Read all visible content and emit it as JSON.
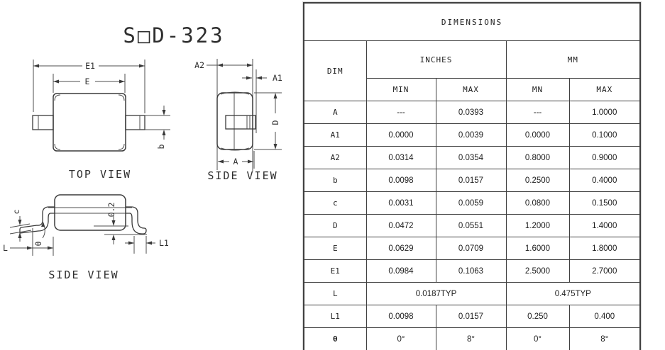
{
  "drawing": {
    "title": "S□D-323",
    "top_view": {
      "caption": "TOP VIEW",
      "labels": {
        "e1": "E1",
        "e": "E",
        "b": "b"
      }
    },
    "end_view": {
      "caption": "SIDE VIEW",
      "labels": {
        "a2": "A2",
        "a1": "A1",
        "d": "D",
        "a": "A"
      }
    },
    "side_view": {
      "caption": "SIDE VIEW",
      "labels": {
        "c": "c",
        "standoff": "0.2",
        "theta": "θ",
        "l": "L",
        "l1": "L1"
      }
    }
  },
  "table": {
    "title": "DIMENSIONS",
    "headers": {
      "dim": "DIM",
      "inches": "INCHES",
      "mm": "MM",
      "in_min": "MIN",
      "in_max": "MAX",
      "mm_min": "MN",
      "mm_max": "MAX"
    },
    "rows": [
      {
        "dim": "A",
        "in_min": "---",
        "in_max": "0.0393",
        "mm_min": "---",
        "mm_max": "1.0000"
      },
      {
        "dim": "A1",
        "in_min": "0.0000",
        "in_max": "0.0039",
        "mm_min": "0.0000",
        "mm_max": "0.1000"
      },
      {
        "dim": "A2",
        "in_min": "0.0314",
        "in_max": "0.0354",
        "mm_min": "0.8000",
        "mm_max": "0.9000"
      },
      {
        "dim": "b",
        "in_min": "0.0098",
        "in_max": "0.0157",
        "mm_min": "0.2500",
        "mm_max": "0.4000"
      },
      {
        "dim": "c",
        "in_min": "0.0031",
        "in_max": "0.0059",
        "mm_min": "0.0800",
        "mm_max": "0.1500"
      },
      {
        "dim": "D",
        "in_min": "0.0472",
        "in_max": "0.0551",
        "mm_min": "1.2000",
        "mm_max": "1.4000"
      },
      {
        "dim": "E",
        "in_min": "0.0629",
        "in_max": "0.0709",
        "mm_min": "1.6000",
        "mm_max": "1.8000"
      },
      {
        "dim": "E1",
        "in_min": "0.0984",
        "in_max": "0.1063",
        "mm_min": "2.5000",
        "mm_max": "2.7000"
      },
      {
        "dim": "L",
        "in_typ": "0.0187TYP",
        "mm_typ": "0.475TYP"
      },
      {
        "dim": "L1",
        "in_min": "0.0098",
        "in_max": "0.0157",
        "mm_min": "0.250",
        "mm_max": "0.400"
      },
      {
        "dim": "θ",
        "in_min": "0°",
        "in_max": "8°",
        "mm_min": "0°",
        "mm_max": "8°"
      }
    ]
  },
  "colors": {
    "line": "#3a3a3a",
    "text": "#1c1c1c",
    "border": "#3f3f3f",
    "background": "#ffffff"
  }
}
